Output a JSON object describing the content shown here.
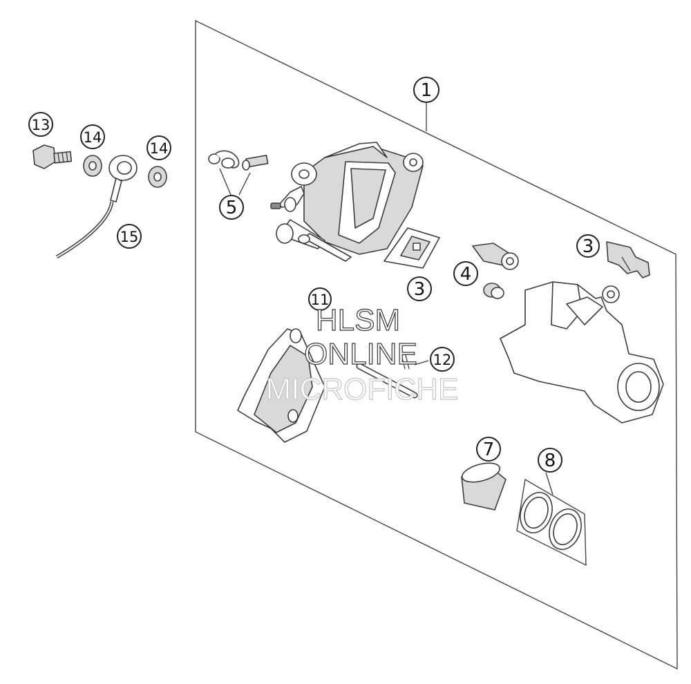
{
  "callouts": {
    "c1": "1",
    "c3a": "3",
    "c3b": "3",
    "c4": "4",
    "c5": "5",
    "c7": "7",
    "c8": "8",
    "c11": "11",
    "c12": "12",
    "c13": "13",
    "c14a": "14",
    "c14b": "14",
    "c15": "15"
  },
  "watermark": {
    "line1": "HLSM",
    "line2": "ONLINE",
    "line3": "MICROFICHE"
  }
}
